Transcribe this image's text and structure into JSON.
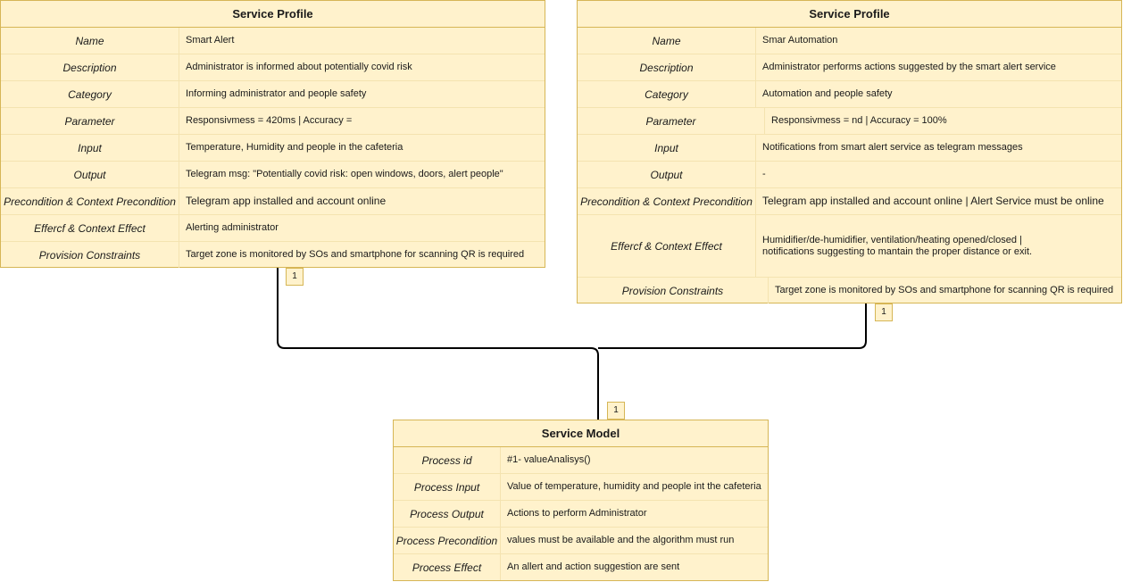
{
  "profile_left": {
    "title": "Service Profile",
    "rows": [
      {
        "key": "Name",
        "value": "Smart Alert"
      },
      {
        "key": "Description",
        "value": "Administrator is informed about potentially covid risk"
      },
      {
        "key": "Category",
        "value": "Informing administrator and people safety"
      },
      {
        "key": "Parameter",
        "value": "Responsivmess = 420ms | Accuracy ="
      },
      {
        "key": "Input",
        "value": "Temperature, Humidity and people in the cafeteria"
      },
      {
        "key": "Output",
        "value": "Telegram msg: \"Potentially covid risk: open windows, doors, alert people\""
      },
      {
        "key": "Precondition & Context Precondition",
        "value": "Telegram app installed and account online"
      },
      {
        "key": "Effercf & Context Effect",
        "value": "Alerting administrator"
      },
      {
        "key": "Provision Constraints",
        "value": "Target zone is monitored by SOs and smartphone for scanning QR is required"
      }
    ],
    "multiplicity": "1"
  },
  "profile_right": {
    "title": "Service Profile",
    "rows": [
      {
        "key": "Name",
        "value": "Smar Automation"
      },
      {
        "key": "Description",
        "value": "Administrator performs actions suggested by the smart alert service"
      },
      {
        "key": "Category",
        "value": "Automation and people safety"
      },
      {
        "key": "Parameter",
        "value": "Responsivmess = nd | Accuracy = 100%"
      },
      {
        "key": "Input",
        "value": "Notifications from smart alert service as telegram messages"
      },
      {
        "key": "Output",
        "value": "-"
      },
      {
        "key": "Precondition & Context Precondition",
        "value": "Telegram app installed and account online | Alert Service must be online"
      },
      {
        "key": "Effercf & Context Effect",
        "value": "Humidifier/de-humidifier, ventilation/heating opened/closed |",
        "value2": "notifications suggesting to mantain the proper distance or exit."
      },
      {
        "key": "Provision Constraints",
        "value": "Target zone is monitored by SOs and smartphone for scanning QR is required"
      }
    ],
    "multiplicity": "1"
  },
  "service_model": {
    "title": "Service Model",
    "rows": [
      {
        "key": "Process id",
        "value": "#1- valueAnalisys()"
      },
      {
        "key": "Process Input",
        "value": "Value of temperature, humidity and people int the cafeteria"
      },
      {
        "key": "Process Output",
        "value": "Actions to perform Administrator"
      },
      {
        "key": "Process Precondition",
        "value": "values must be available and the algorithm must run"
      },
      {
        "key": "Process Effect",
        "value": "An allert and action suggestion are sent"
      }
    ],
    "multiplicity": "1"
  }
}
